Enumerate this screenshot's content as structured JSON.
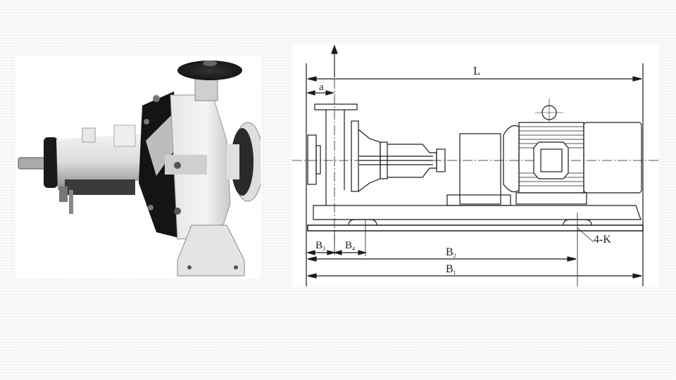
{
  "slide": {
    "background_color": "#fbfbfb",
    "photo": {
      "subject": "centrifugal pump photograph",
      "icon": "pump-photo"
    },
    "drawing": {
      "subject": "pump and motor assembly outline dimension drawing",
      "line_color": "#1a1a1a",
      "labels": {
        "L": "L",
        "a": "a",
        "B3": "B",
        "B3_sub": "3",
        "B4": "B",
        "B4_sub": "4",
        "B2": "B",
        "B2_sub": "2",
        "B1": "B",
        "B1_sub": "1",
        "K": "4-K"
      }
    }
  }
}
